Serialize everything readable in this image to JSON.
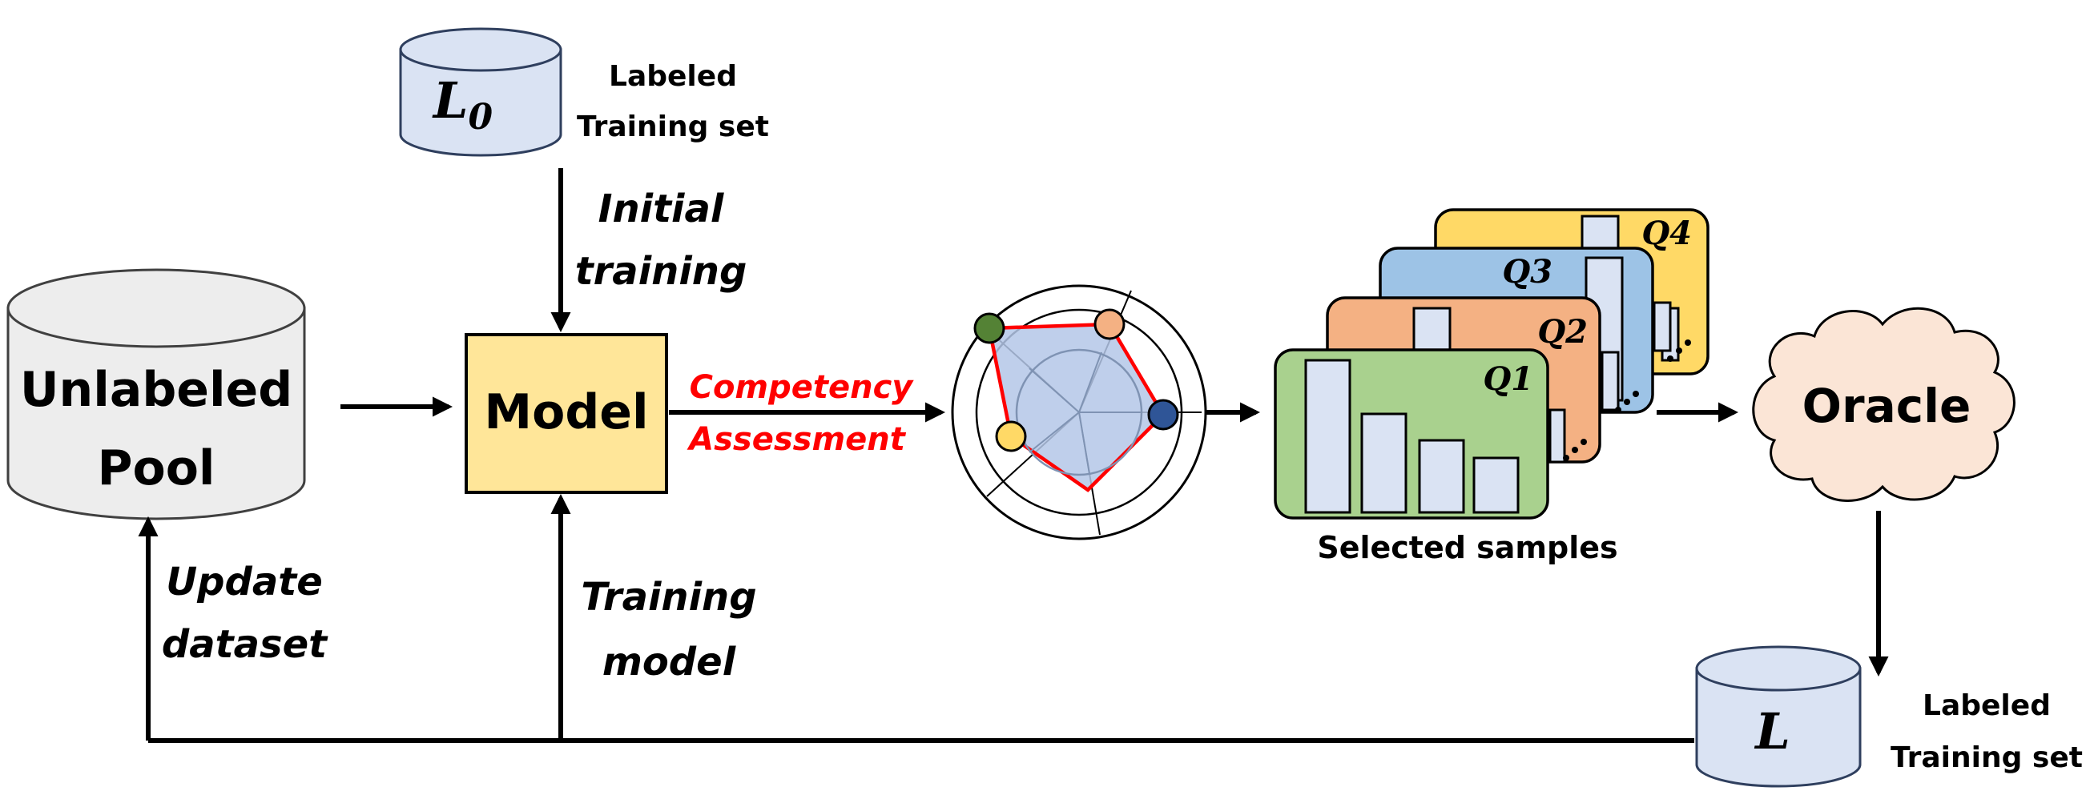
{
  "labeled_initial": {
    "symbol": "L",
    "subscript": "0",
    "caption_line1": "Labeled",
    "caption_line2": "Training set"
  },
  "initial_training": {
    "line1": "Initial",
    "line2": "training"
  },
  "unlabeled_pool": {
    "line1": "Unlabeled",
    "line2": "Pool"
  },
  "model": {
    "label": "Model"
  },
  "competency": {
    "line1": "Competency",
    "line2": "Assessment"
  },
  "queries": [
    {
      "prefix": "Q",
      "index": "1",
      "color": "#a9d18e"
    },
    {
      "prefix": "Q",
      "index": "2",
      "color": "#f4b183"
    },
    {
      "prefix": "Q",
      "index": "3",
      "color": "#9dc3e6"
    },
    {
      "prefix": "Q",
      "index": "4",
      "color": "#ffd966"
    }
  ],
  "selected_samples": "Selected samples",
  "oracle": {
    "label": "Oracle"
  },
  "labeled_final": {
    "symbol": "L",
    "caption_line1": "Labeled",
    "caption_line2": "Training set"
  },
  "update_dataset": {
    "line1": "Update",
    "line2": "dataset"
  },
  "training_model": {
    "line1": "Training",
    "line2": "model"
  },
  "colors": {
    "cylinder_blue": "#dae3f3",
    "cylinder_gray": "#ededed",
    "model_fill": "#ffe699",
    "cloud_fill": "#fbe5d6",
    "radar_fill": "#b4c7e7",
    "radar_outline": "#ff0000",
    "accent_red": "#ff0000",
    "bar_fill": "#dae3f3"
  }
}
